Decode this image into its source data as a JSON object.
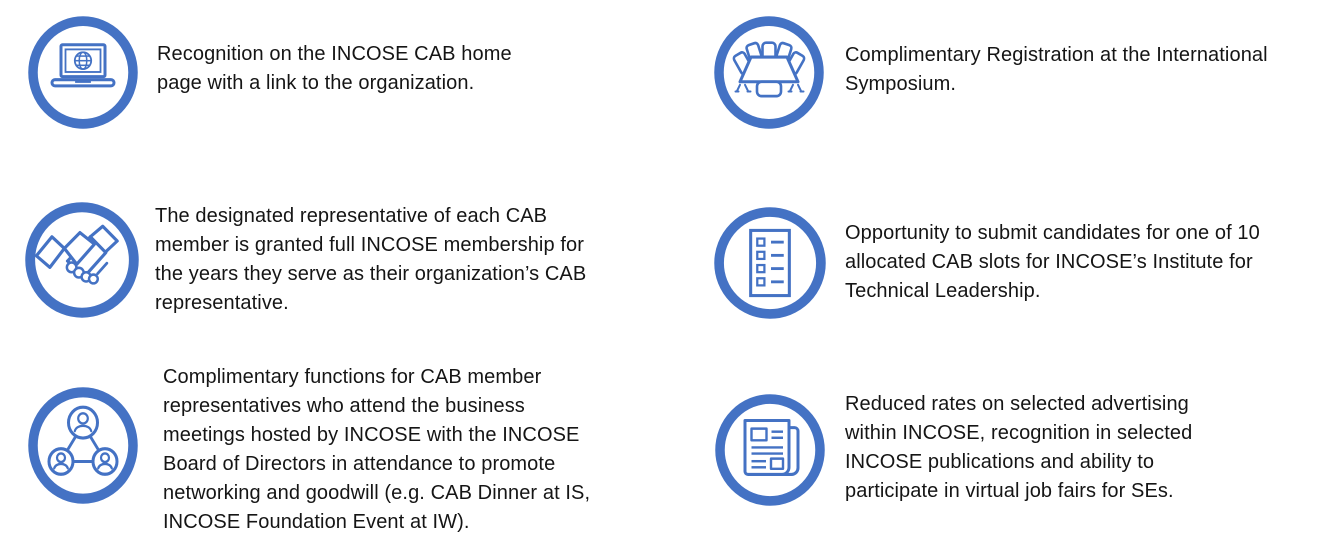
{
  "theme": {
    "accent_color": "#4472C4",
    "text_color": "#151515",
    "background_color": "#ffffff"
  },
  "benefits": [
    {
      "icon": "laptop-globe-icon",
      "lines": [
        "Recognition on the INCOSE CAB home",
        "page with a link to the organization."
      ]
    },
    {
      "icon": "conference-meeting-icon",
      "lines": [
        "Complimentary Registration at the International",
        "Symposium."
      ]
    },
    {
      "icon": "handshake-icon",
      "lines": [
        "The designated representative of each CAB",
        "member is granted full INCOSE membership for",
        "the years they serve as their organization’s CAB",
        "representative."
      ]
    },
    {
      "icon": "checklist-icon",
      "lines": [
        "Opportunity to submit candidates for one of 10",
        "allocated CAB slots for INCOSE’s Institute for",
        "Technical Leadership."
      ]
    },
    {
      "icon": "people-network-icon",
      "lines": [
        "Complimentary functions for CAB member",
        "representatives who attend the business",
        "meetings hosted by INCOSE with the INCOSE",
        "Board of Directors in attendance to promote",
        "networking and goodwill (e.g. CAB Dinner at IS,",
        "INCOSE Foundation Event at IW)."
      ]
    },
    {
      "icon": "newspaper-icon",
      "lines": [
        "Reduced rates on selected advertising",
        "within INCOSE, recognition in selected",
        "INCOSE publications and ability to",
        "participate in virtual job fairs for SEs."
      ]
    }
  ]
}
